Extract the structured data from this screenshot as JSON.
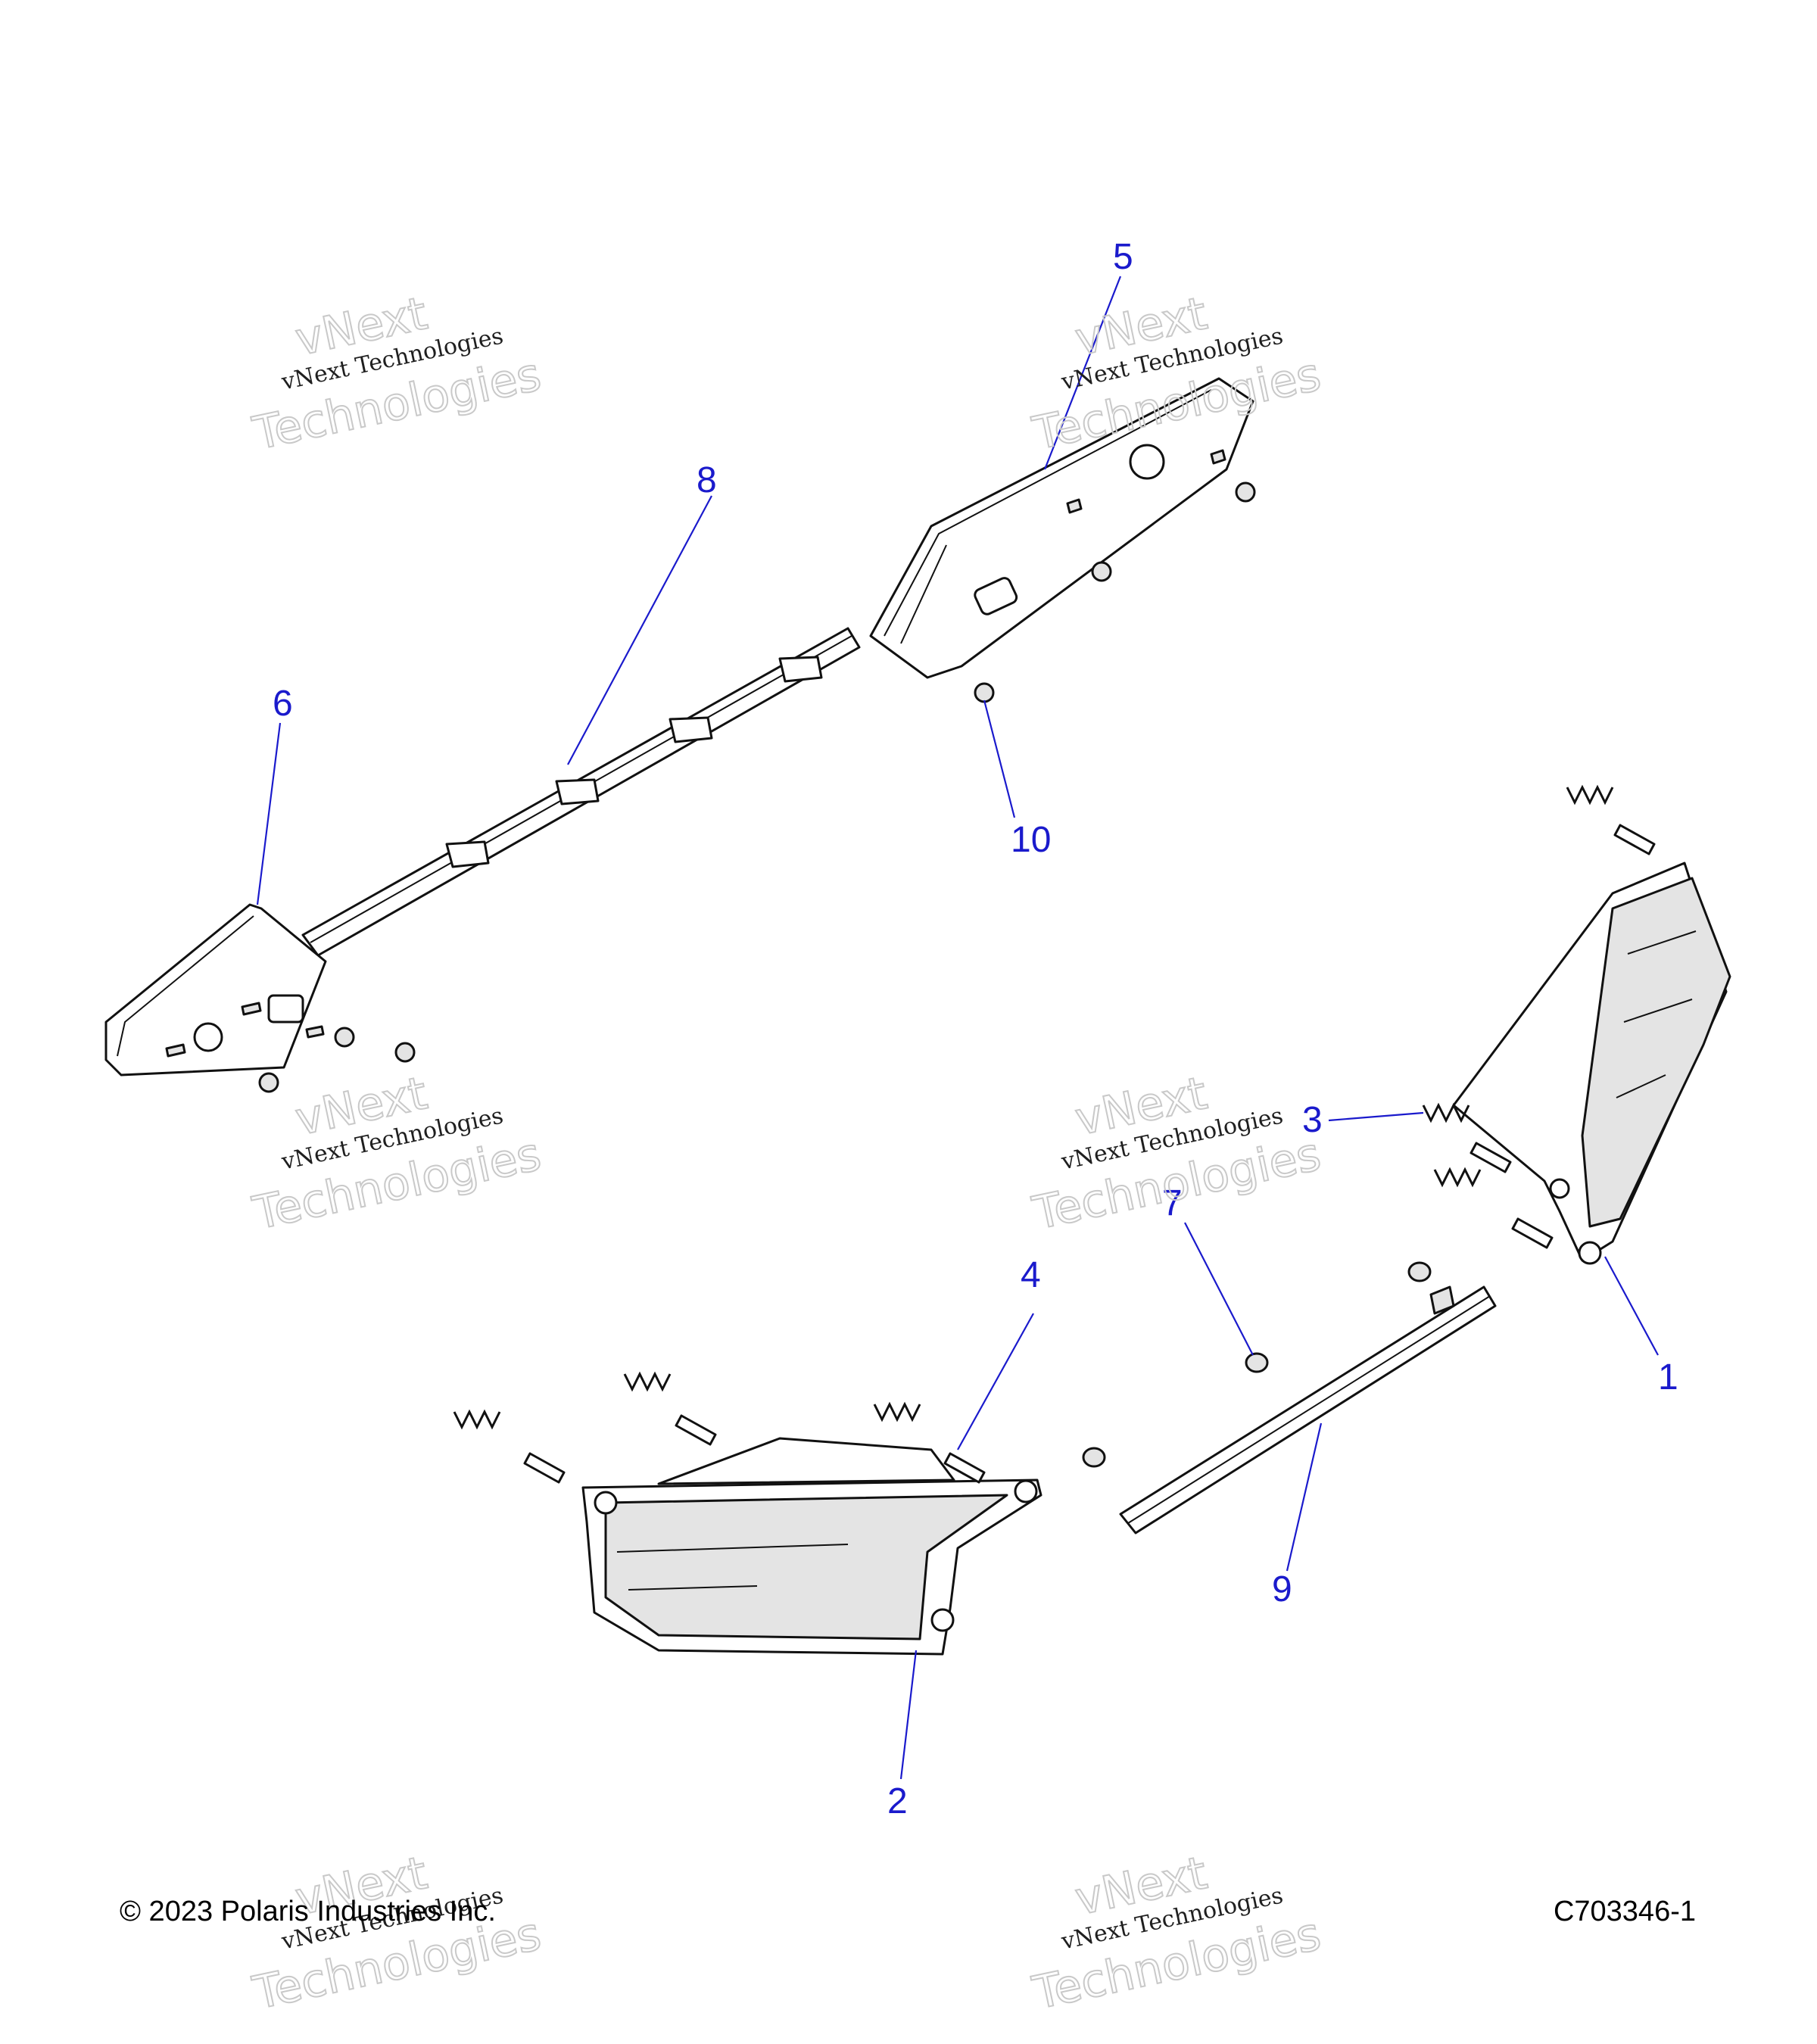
{
  "callouts": [
    {
      "id": "1",
      "label": "1"
    },
    {
      "id": "2",
      "label": "2"
    },
    {
      "id": "3",
      "label": "3"
    },
    {
      "id": "4",
      "label": "4"
    },
    {
      "id": "5",
      "label": "5"
    },
    {
      "id": "6",
      "label": "6"
    },
    {
      "id": "7",
      "label": "7"
    },
    {
      "id": "8",
      "label": "8"
    },
    {
      "id": "9",
      "label": "9"
    },
    {
      "id": "10",
      "label": "10"
    }
  ],
  "watermark": {
    "line1": "vNext",
    "line2": "vNext Technologies",
    "line3": "Technologies"
  },
  "footer": {
    "copyright": "© 2023 Polaris Industries Inc.",
    "figure_code": "C703346-1"
  },
  "colors": {
    "callout": "#1a1acc",
    "line": "#111111",
    "lens": "#e4e4e4"
  }
}
